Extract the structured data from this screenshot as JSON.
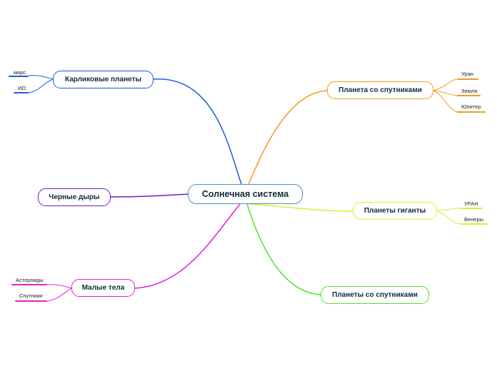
{
  "map": {
    "root": {
      "label": "Солнечная система",
      "color": "#4a90c8"
    },
    "branches": [
      {
        "id": "dwarf",
        "label": "Карликовые планеты",
        "color": "#1f5ae0",
        "children": [
          {
            "label": "марс"
          },
          {
            "label": "ИО"
          }
        ]
      },
      {
        "id": "blackholes",
        "label": "Черные дыры",
        "color": "#6a1fc0",
        "children": []
      },
      {
        "id": "small",
        "label": "Малые тела",
        "color": "#e020d8",
        "children": [
          {
            "label": "Астероиды"
          },
          {
            "label": "Спутники"
          }
        ]
      },
      {
        "id": "satellites1",
        "label": "Планета со спутниками",
        "color": "#f59a1a",
        "children": [
          {
            "label": "Уран"
          },
          {
            "label": "Земля"
          },
          {
            "label": "Юпитер"
          }
        ]
      },
      {
        "id": "giants",
        "label": "Планеты гиганты",
        "color": "#d8ee30",
        "children": [
          {
            "label": "УРАН"
          },
          {
            "label": "Венеры"
          }
        ]
      },
      {
        "id": "satellites2",
        "label": "Планеты со спутниками",
        "color": "#52e030",
        "children": []
      }
    ]
  }
}
